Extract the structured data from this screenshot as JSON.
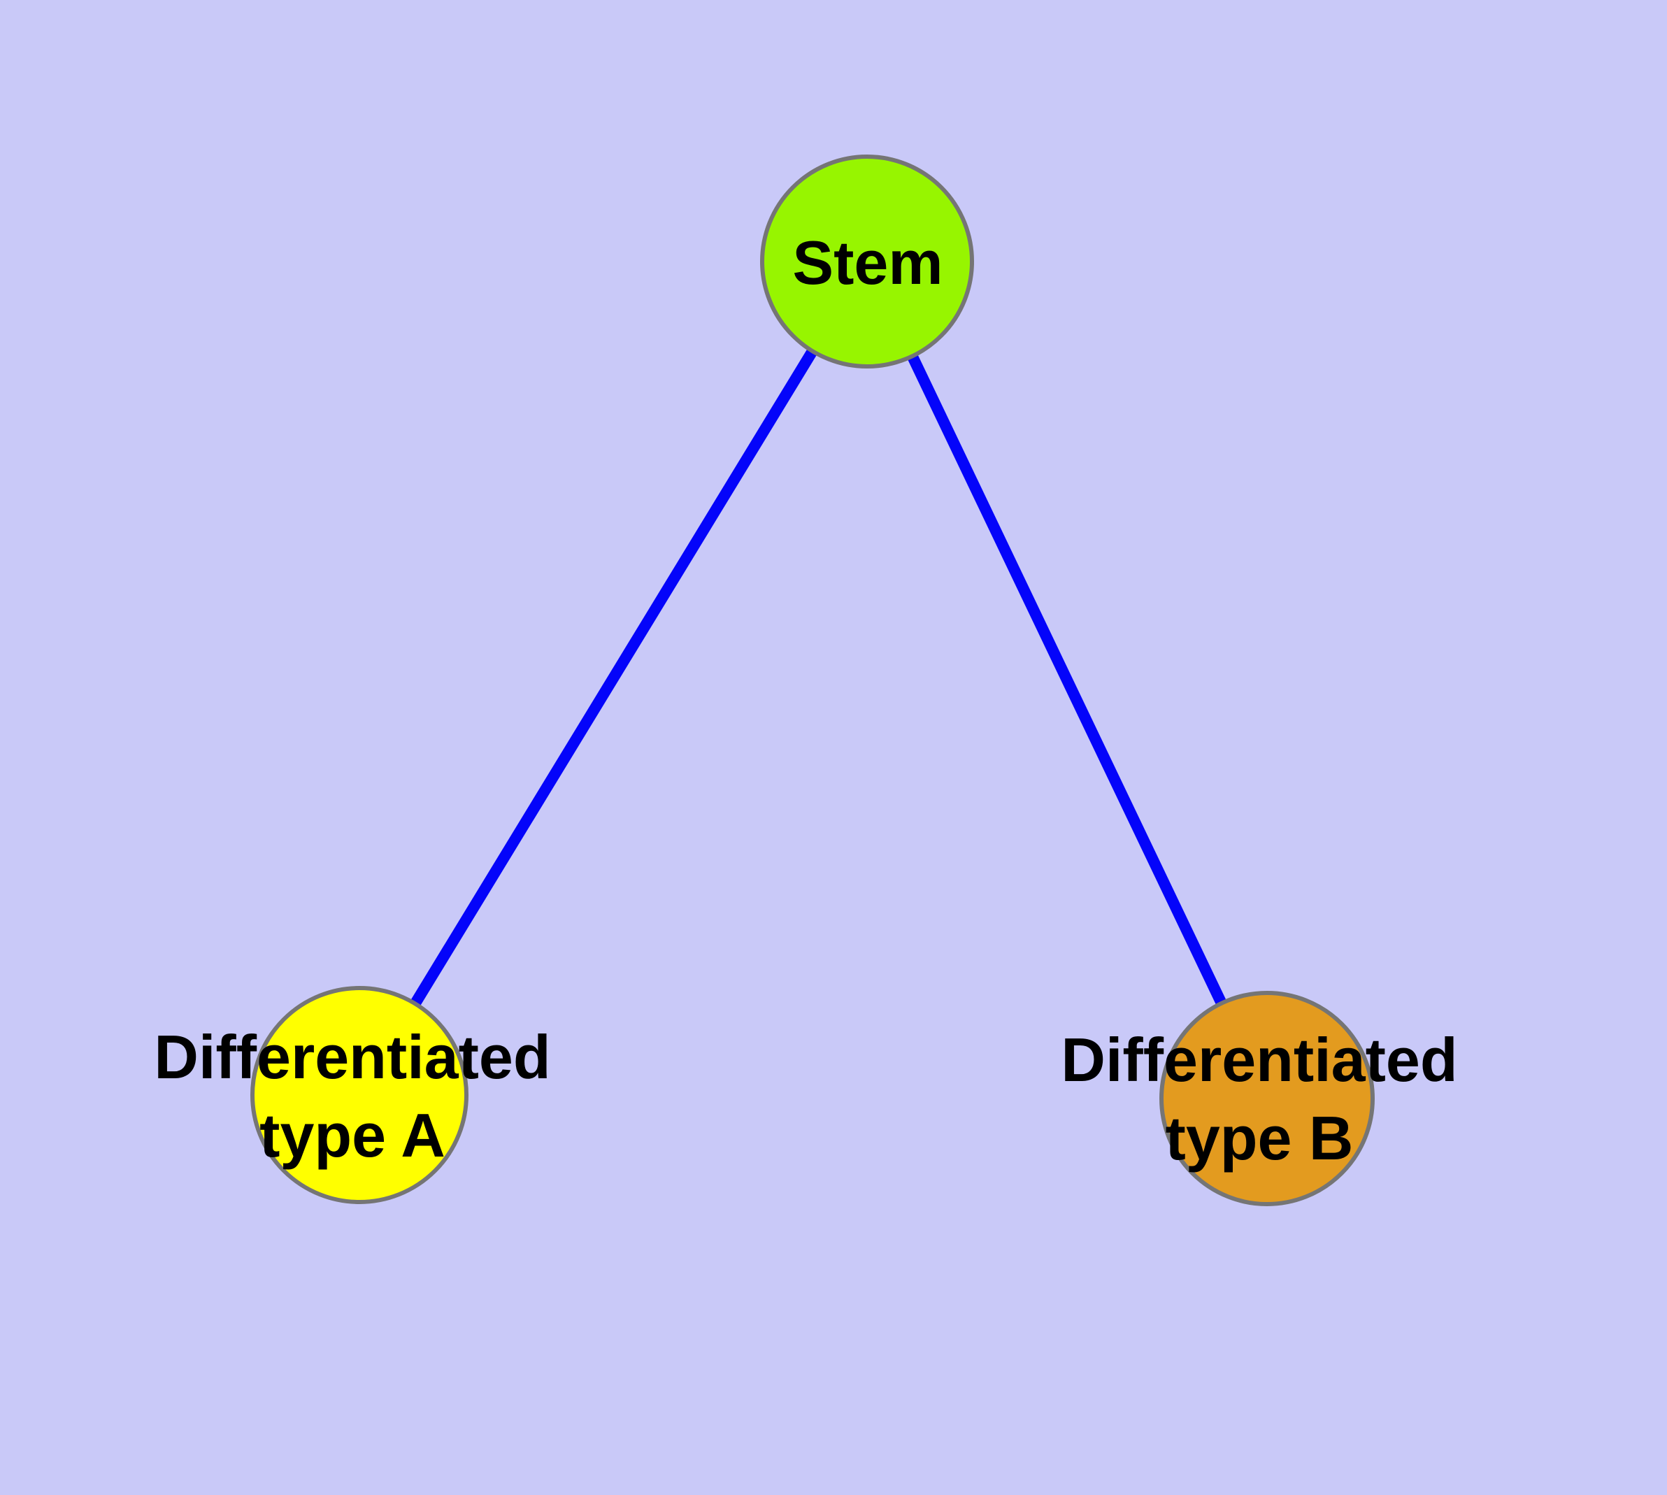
{
  "diagram": {
    "background_color": "#C9C9F8",
    "edge_color": "#0404FA",
    "node_border_color": "#757575",
    "label_color": "#000000",
    "nodes": [
      {
        "id": "stem",
        "label": "Stem",
        "color": "#97F500"
      },
      {
        "id": "differentiated-type-a",
        "label": "Differentiated type A",
        "label_line1": "Differentiated",
        "label_line2": "type A",
        "color": "#FFFF00"
      },
      {
        "id": "differentiated-type-b",
        "label": "Differentiated type B",
        "label_line1": "Differentiated",
        "label_line2": "type B",
        "color": "#E39B1F"
      }
    ],
    "edges": [
      {
        "from": "Stem",
        "to": "Differentiated type A"
      },
      {
        "from": "Stem",
        "to": "Differentiated type B"
      }
    ]
  }
}
